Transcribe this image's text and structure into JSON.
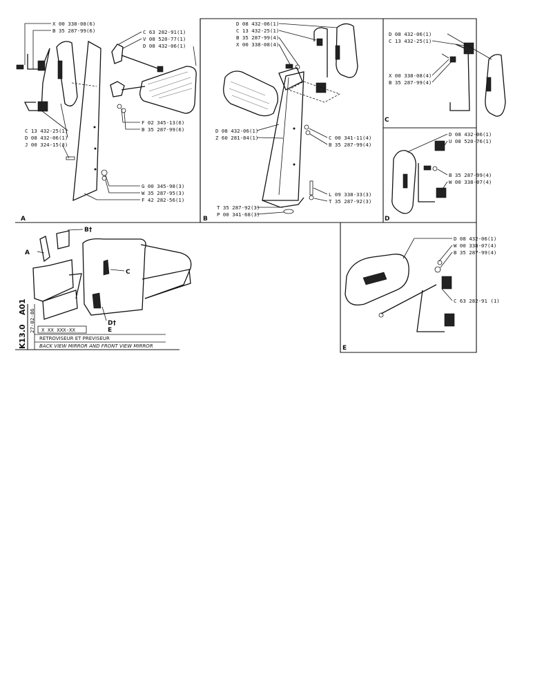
{
  "sheet_code": {
    "prefix": "A01",
    "number": "K13.0"
  },
  "date": "27-02-86",
  "reference_box": "X XX XXX-XX",
  "title_fr": "RETROVISEUR ET PREVISEUR",
  "title_en": "BACK VIEW MIRROR AND FRONT VIEW MIRROR",
  "panels": {
    "A": {
      "letter": "A",
      "parts": [
        "X 00 338-08(6)",
        "B 35 287-99(6)",
        "C 63 282-91(1)",
        "V 08 520-77(1)",
        "D 08 432-06(1)",
        "C 13 432-25(1)",
        "D 08 432-06(1)",
        "J 00 324-15(3)",
        "F 02 345-13(6)",
        "B 35 287-99(6)",
        "G 00 345-98(3)",
        "W 35 287-95(3)",
        "F 42 282-56(1)"
      ]
    },
    "B": {
      "letter": "B",
      "parts": [
        "D 08 432-06(1)",
        "C 13 432-25(1)",
        "B 35 287-99(4)",
        "X 00 338-08(4)",
        "D 08 432-06(1)",
        "Z 60 281-84(1)",
        "C 00 341-11(4)",
        "B 35 287-99(4)",
        "L 09 338-33(3)",
        "T 35 287-92(3)",
        "T 35 287-92(3)",
        "P 00 341-68(3)"
      ]
    },
    "C": {
      "letter": "C",
      "parts": [
        "D 08 432-06(1)",
        "C 13 432-25(1)",
        "X 00 338-08(4)",
        "B 35 287-99(4)"
      ]
    },
    "D": {
      "letter": "D",
      "parts": [
        "D 08 432-06(1)",
        "U 08 520-76(1)",
        "B 35 287-99(4)",
        "W 00 338-07(4)"
      ]
    },
    "E": {
      "letter": "E",
      "parts": [
        "D 08 432-06(1)",
        "W 00 338-07(4)",
        "B 35 287-99(4)",
        "C 63 282-91 (1)"
      ]
    }
  },
  "overview_callouts": [
    "A",
    "B†",
    "C",
    "D†",
    "E"
  ]
}
